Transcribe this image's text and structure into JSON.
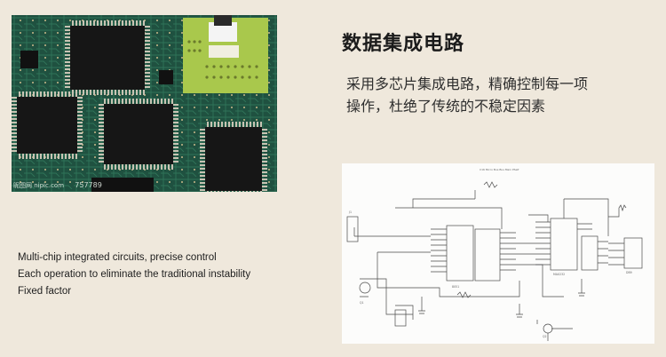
{
  "product_image": {
    "alt": "Circuit board photo",
    "watermark_text": "昵图网 nipic.com",
    "watermark_id": "757789"
  },
  "heading": "数据集成电路",
  "description_cn": "采用多芯片集成电路，精确控制每一项操作，杜绝了传统的不稳定因素",
  "description_en": [
    "Multi-chip integrated circuits, precise control",
    "Each operation to eliminate the traditional instability",
    "Fixed factor"
  ],
  "schematic": {
    "title": "C16 Micro Bus Bus Main PSeP"
  },
  "colors": {
    "background": "#efe8dc",
    "pcb_green": "#1d4b3a",
    "chip_black": "#1a1a1a",
    "header_board": "#a8c94a"
  }
}
